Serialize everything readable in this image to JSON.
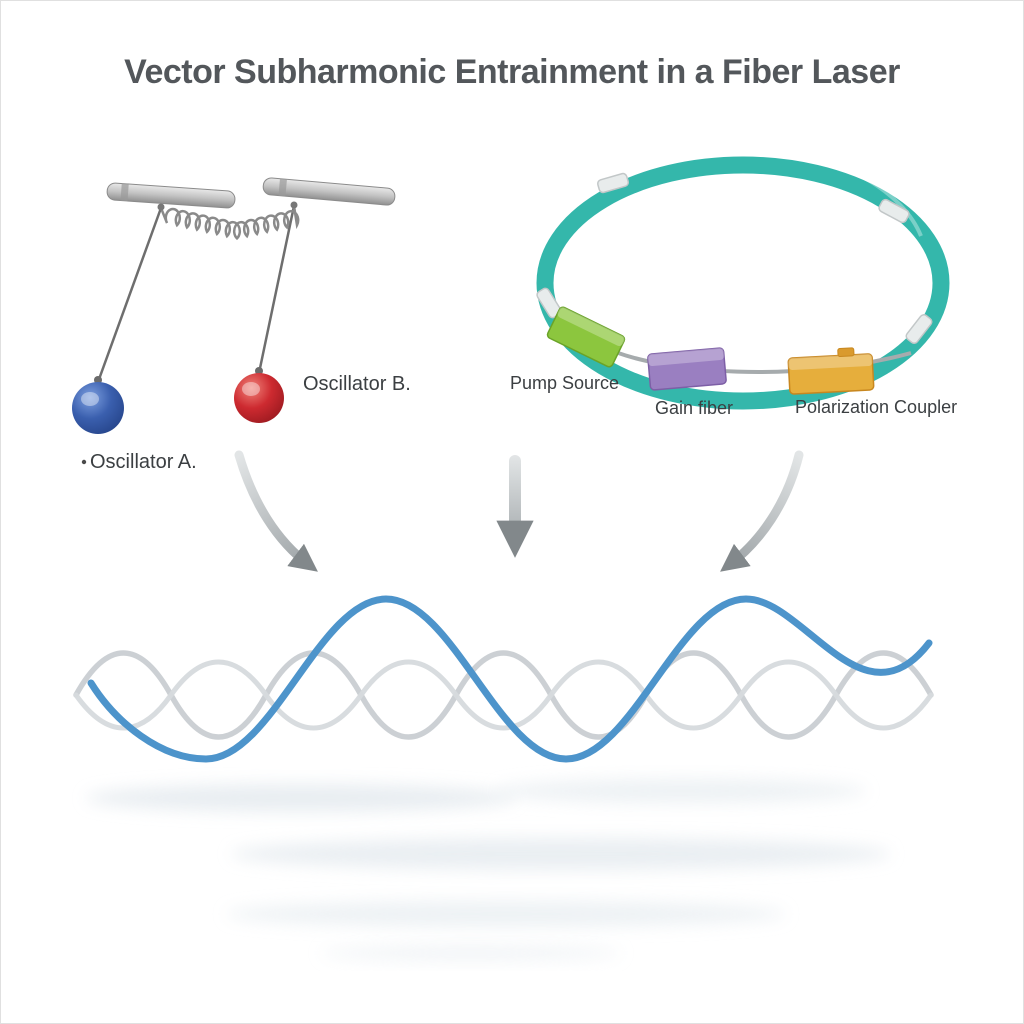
{
  "title": "Vector Subharmonic Entrainment in a Fiber Laser",
  "pendulum": {
    "oscillator_a_label": "Oscillator A.",
    "oscillator_b_label": "Oscillator B.",
    "ball_a_color": "#3a5fae",
    "ball_b_color": "#cd2a30",
    "spring_color": "#8a8a8a",
    "bar_color": "#bdbdbd",
    "string_color": "#6e6e6e"
  },
  "fiber_ring": {
    "ring_color": "#34b7ab",
    "fiber_color": "#a6abad",
    "components": [
      {
        "label": "Pump Source",
        "color": "#8cc63e"
      },
      {
        "label": "Gain fiber",
        "color": "#9a7fc1"
      },
      {
        "label": "Polarization Coupler",
        "color": "#e6ae3c"
      }
    ]
  },
  "arrows": {
    "color": "#aab0b3",
    "head_color": "#82888b"
  },
  "waves": {
    "entrained_color": "#4d94cb",
    "background_color": "#c9ced2",
    "background_color_light": "#d6dadd"
  }
}
